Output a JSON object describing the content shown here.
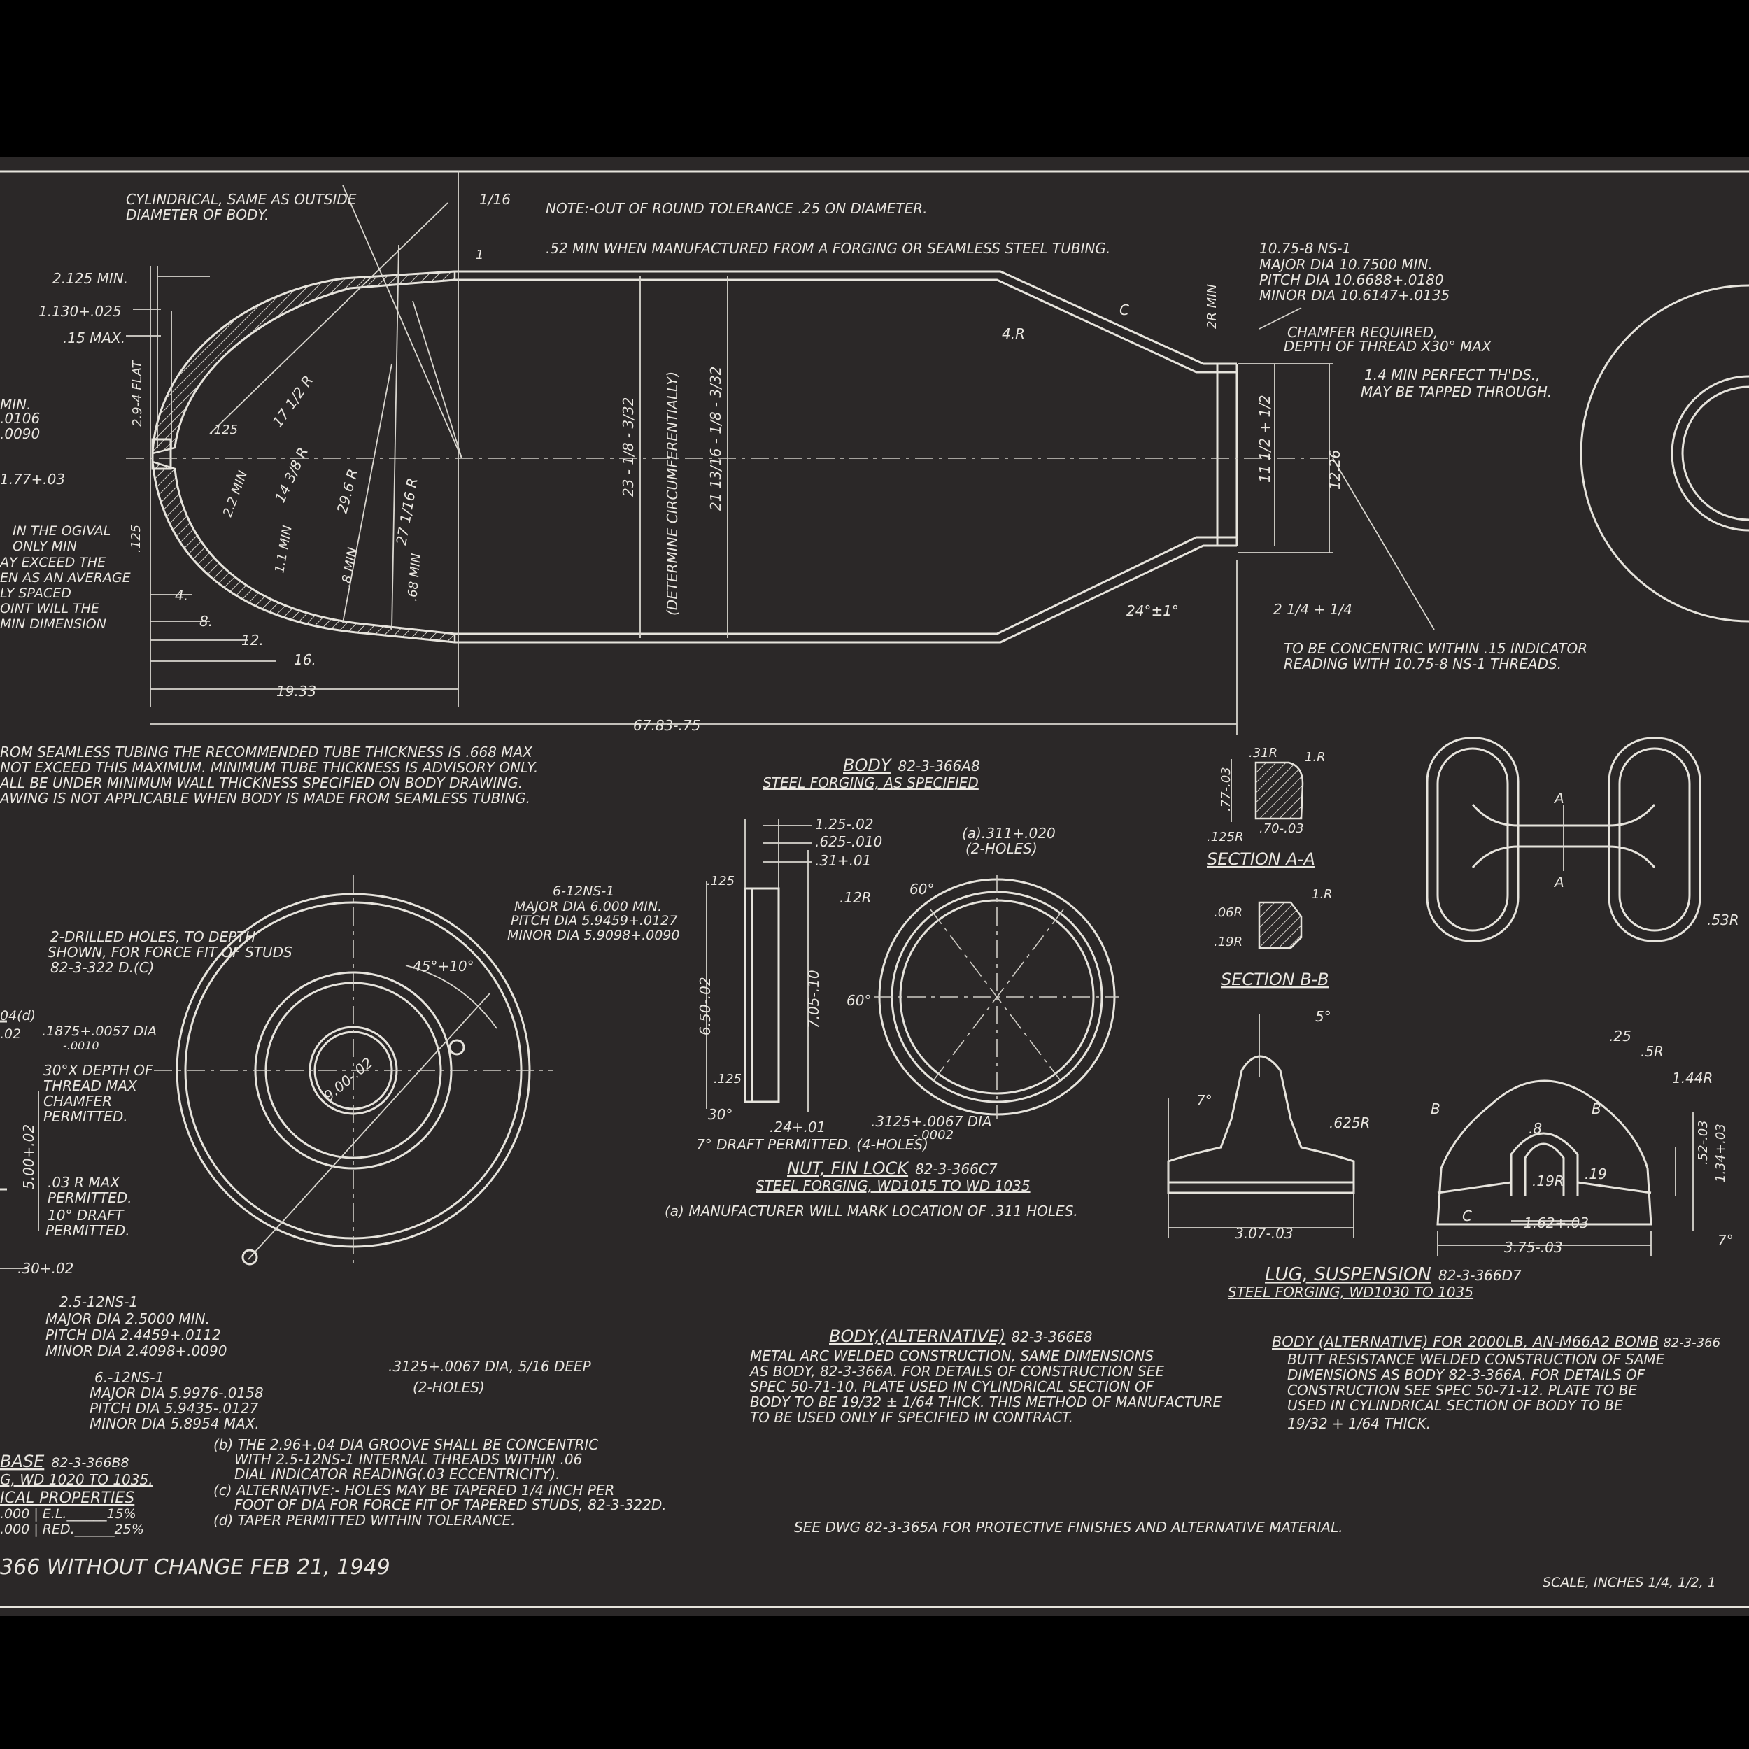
{
  "notes": {
    "cylindrical": [
      "CYLINDRICAL, SAME AS OUTSIDE",
      "DIAMETER OF BODY."
    ],
    "sixteenth": "1/16",
    "out_of_round": "NOTE:-OUT OF ROUND TOLERANCE .25 ON DIAMETER.",
    "forging_min": ".52 MIN WHEN MANUFACTURED FROM A FORGING OR SEAMLESS STEEL TUBING.",
    "thread_main": [
      "10.75-8 NS-1",
      "MAJOR DIA 10.7500 MIN.",
      "PITCH DIA 10.6688+.0180",
      "MINOR DIA 10.6147+.0135"
    ],
    "chamfer": [
      "CHAMFER REQUIRED,",
      "DEPTH OF THREAD X30° MAX"
    ],
    "perfect_threads": [
      "1.4 MIN PERFECT TH'DS.,",
      "MAY BE TAPPED THROUGH."
    ],
    "concentric": [
      "TO BE CONCENTRIC WITHIN .15 INDICATOR",
      "READING WITH 10.75-8 NS-1 THREADS."
    ],
    "left_ogival": [
      "IN THE OGIVAL",
      "ONLY MIN",
      "AY EXCEED THE",
      "EN AS AN AVERAGE",
      "LY SPACED",
      "OINT WILL THE",
      "MIN DIMENSION"
    ],
    "left_min": [
      "MIN.",
      ".0106",
      ".0090"
    ],
    "seamless_tubing": [
      "ROM SEAMLESS TUBING THE RECOMMENDED TUBE THICKNESS IS .668 MAX",
      "NOT EXCEED THIS MAXIMUM. MINIMUM TUBE THICKNESS IS ADVISORY ONLY.",
      "ALL BE UNDER MINIMUM WALL THICKNESS SPECIFIED ON BODY DRAWING.",
      "AWING IS NOT APPLICABLE WHEN BODY IS MADE FROM SEAMLESS TUBING."
    ],
    "drilled_holes": [
      "2-DRILLED HOLES, TO DEPTH",
      "SHOWN, FOR FORCE FIT OF STUDS",
      "82-3-322 D.(C)"
    ],
    "base_left": [
      "04(d)",
      ".02",
      ".1875+.0057 DIA",
      "-.0010"
    ],
    "depth_thread": [
      "30°X DEPTH OF",
      "THREAD MAX",
      "CHAMFER",
      "PERMITTED."
    ],
    "r_max": [
      ".03 R MAX",
      "PERMITTED."
    ],
    "draft10": [
      "10° DRAFT",
      "PERMITTED."
    ],
    "thread_2_5": [
      "2.5-12NS-1",
      "MAJOR DIA  2.5000 MIN.",
      "PITCH  DIA  2.4459+.0112",
      "MINOR DIA  2.4098+.0090"
    ],
    "thread_6": [
      "6.-12NS-1",
      "MAJOR DIA 5.9976-.0158",
      "PITCH  DIA 5.9435-.0127",
      "MINOR DIA 5.8954 MAX."
    ],
    "hole3125": [
      ".3125+.0067 DIA, 5/16 DEEP",
      "(2-HOLES)"
    ],
    "thread_6_12": [
      "6-12NS-1",
      "MAJOR DIA 6.000 MIN.",
      "PITCH DIA 5.9459+.0127",
      "MINOR DIA 5.9098+.0090"
    ],
    "notes_bcd": [
      "(b) THE 2.96+.04 DIA GROOVE SHALL BE CONCENTRIC",
      "WITH 2.5-12NS-1 INTERNAL THREADS WITHIN .06",
      "DIAL INDICATOR READING(.03 ECCENTRICITY).",
      "(c) ALTERNATIVE:- HOLES MAY BE TAPERED 1/4 INCH PER",
      "FOOT OF DIA FOR FORCE FIT OF TAPERED STUDS, 82-3-322D.",
      "(d) TAPER PERMITTED WITHIN TOLERANCE."
    ],
    "body_alt": [
      "METAL ARC WELDED CONSTRUCTION, SAME DIMENSIONS",
      "AS BODY, 82-3-366A. FOR DETAILS OF CONSTRUCTION SEE",
      "SPEC 50-71-10. PLATE USED IN CYLINDRICAL SECTION OF",
      "BODY TO BE 19/32 ± 1/64 THICK. THIS METHOD OF MANUFACTURE",
      "TO BE USED ONLY IF SPECIFIED IN CONTRACT."
    ],
    "body_alt2": [
      "BUTT RESISTANCE WELDED CONSTRUCTION OF SAME",
      "DIMENSIONS AS BODY 82-3-366A. FOR DETAILS OF",
      "CONSTRUCTION SEE SPEC 50-71-12.  PLATE TO BE",
      "USED IN CYLINDRICAL SECTION OF BODY TO BE",
      "19/32 + 1/64 THICK."
    ],
    "see_dwg": "SEE DWG 82-3-365A FOR PROTECTIVE FINISHES AND ALTERNATIVE MATERIAL.",
    "manufacturer_mark": "(a) MANUFACTURER WILL MARK LOCATION OF .311 HOLES.",
    "draft7": "7° DRAFT PERMITTED.  (4-HOLES)",
    "hole_a": [
      "(a).311+.020",
      "(2-HOLES)"
    ],
    "revision": "366 WITHOUT CHANGE FEB 21, 1949",
    "scale": "SCALE, INCHES 1/4, 1/2, 1"
  },
  "titles": {
    "body": {
      "name": "BODY",
      "dwg": "82-3-366A8",
      "sub": "STEEL FORGING, AS SPECIFIED"
    },
    "nut": {
      "name": "NUT, FIN LOCK",
      "dwg": "82-3-366C7",
      "sub": "STEEL FORGING, WD1015 TO WD 1035"
    },
    "lug": {
      "name": "LUG, SUSPENSION",
      "dwg": "82-3-366D7",
      "sub": "STEEL FORGING, WD1030 TO 1035"
    },
    "body_alt": {
      "name": "BODY,(ALTERNATIVE)",
      "dwg": "82-3-366E8"
    },
    "body_alt2": {
      "name": "BODY (ALTERNATIVE) FOR 2000LB, AN-M66A2 BOMB",
      "dwg": "82-3-366"
    },
    "base": {
      "name": "BASE",
      "dwg": "82-3-366B8",
      "sub": "G, WD 1020 TO 1035."
    },
    "props": {
      "name": "ICAL  PROPERTIES",
      "row1": ".000 | E.L.______15%",
      "row2": ".000 | RED.______25%"
    },
    "section_aa": "SECTION A-A",
    "section_bb": "SECTION B-B"
  },
  "dims": {
    "main": {
      "d2125": "2.125 MIN.",
      "d1130": "1.130+.025",
      "d15": ".15 MAX.",
      "d177": "1.77+.03",
      "flat": "2.9-4 FLAT",
      "d125": ".125",
      "d125b": ".125",
      "d22": "2.2 MIN",
      "r1712": "17 1/2 R",
      "r1438": "14 3/8 R",
      "r296": "29.6 R",
      "r2716": "27 1/16 R",
      "m11": "1.1 MIN",
      "m8": ".8 MIN",
      "m68": ".68 MIN",
      "d4": "4.",
      "d8": "8.",
      "d12": "12.",
      "d16": "16.",
      "d1933": "19.33",
      "d6783": "67.83-.75",
      "dia23": "23 - 1/8 - 3/32",
      "dia2112": "21 13/16 - 1/8 - 3/32",
      "circ": "(DETERMINE CIRCUMFERENTIALLY)",
      "r4": "4.R",
      "c": "C",
      "r2min": "2R MIN",
      "d1112": "11 1/2 + 1/2",
      "d1226": "12.26",
      "ang24": "24°±1°",
      "d214": "2 1/4 + 1/4",
      "d1": "1"
    },
    "lug_sec": {
      "r31": ".31R",
      "r1": "1.R",
      "d77": ".77-.03",
      "r125": ".125R",
      "d70": ".70-.03",
      "r06": ".06R",
      "r1b": "1.R",
      "r19": ".19R"
    },
    "link": {
      "a1": "A",
      "a2": "A",
      "r53": ".53R"
    },
    "nut": {
      "d125": "1.25-.02",
      "d625": ".625-.010",
      "d31": ".31+.01",
      "r12": ".12R",
      "c125": ".125",
      "c125b": ".125",
      "d650": "6.50-.02",
      "d705": "7.05-.10",
      "d24": ".24+.01",
      "a30": "30°",
      "a60": "60°",
      "a60b": "60°",
      "d3125": ".3125+.0067 DIA",
      "d3125b": "-.0002"
    },
    "base": {
      "d900": "9.00-.02",
      "a45": "45°+10°",
      "d500": "5.00+.02",
      "d30": ".30+.02"
    },
    "lug": {
      "a5": "5°",
      "a7": "7°",
      "r625": ".625R",
      "d307": "3.07-.03",
      "d25": ".25",
      "r5": ".5R",
      "r144": "1.44R",
      "b1": "B",
      "b2": "B",
      "r8": ".8",
      "r19": ".19R",
      "r19b": ".19",
      "d162": "1.62+.03",
      "d375": "3.75-.03",
      "d52": ".52-.03",
      "d134": "1.34+.03",
      "a7b": "7°",
      "c": "C"
    }
  }
}
